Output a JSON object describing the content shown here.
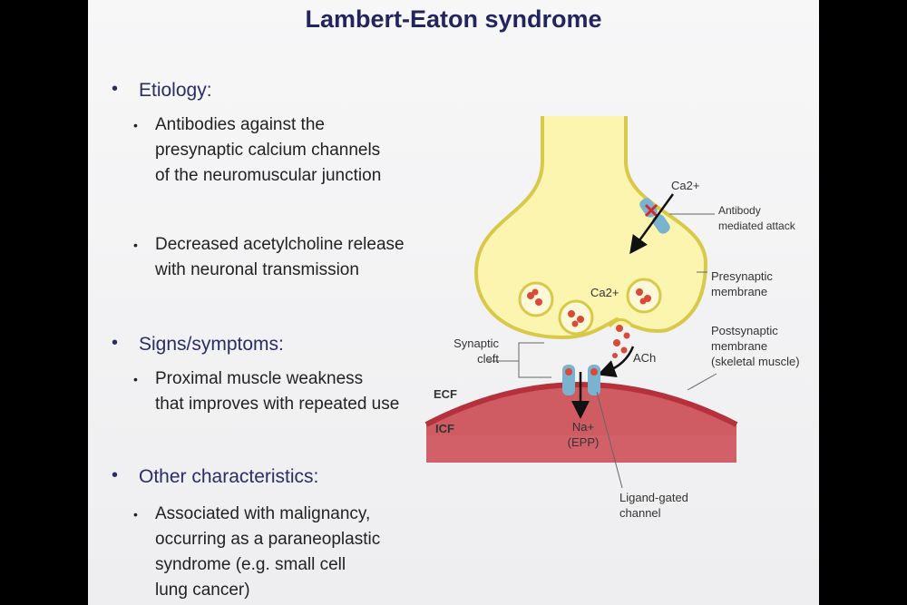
{
  "slide": {
    "title": "Lambert-Eaton syndrome",
    "sections": [
      {
        "heading": "Etiology:",
        "points": [
          [
            "Antibodies against the",
            "presynaptic calcium channels",
            "of the neuromuscular junction"
          ],
          [
            "Decreased acetylcholine release",
            "with neuronal transmission"
          ]
        ]
      },
      {
        "heading": "Signs/symptoms:",
        "points": [
          [
            "Proximal muscle weakness",
            "that improves with repeated use"
          ]
        ]
      },
      {
        "heading": "Other characteristics:",
        "points": [
          [
            "Associated with malignancy,",
            "occurring as a paraneoplastic",
            "syndrome (e.g. small cell",
            "lung cancer)"
          ]
        ]
      }
    ]
  },
  "diagram": {
    "labels": {
      "ca_ext": "Ca2+",
      "ca_int": "Ca2+",
      "antibody": [
        "Antibody",
        "mediated attack"
      ],
      "presynaptic": [
        "Presynaptic",
        "membrane"
      ],
      "postsynaptic": [
        "Postsynaptic",
        "membrane",
        "(skeletal muscle)"
      ],
      "synaptic_cleft": [
        "Synaptic",
        "cleft"
      ],
      "ach": "ACh",
      "ecf": "ECF",
      "icf": "ICF",
      "na": "Na+",
      "epp": "(EPP)",
      "ligand_gated": [
        "Ligand-gated",
        "channel"
      ]
    },
    "colors": {
      "terminal_fill": "#fbf5b0",
      "terminal_stroke": "#d9c94a",
      "muscle": "#c0434d",
      "channel": "#79b3cf",
      "vesicle_ach": "#d94a3a",
      "title": "#23265e"
    }
  }
}
